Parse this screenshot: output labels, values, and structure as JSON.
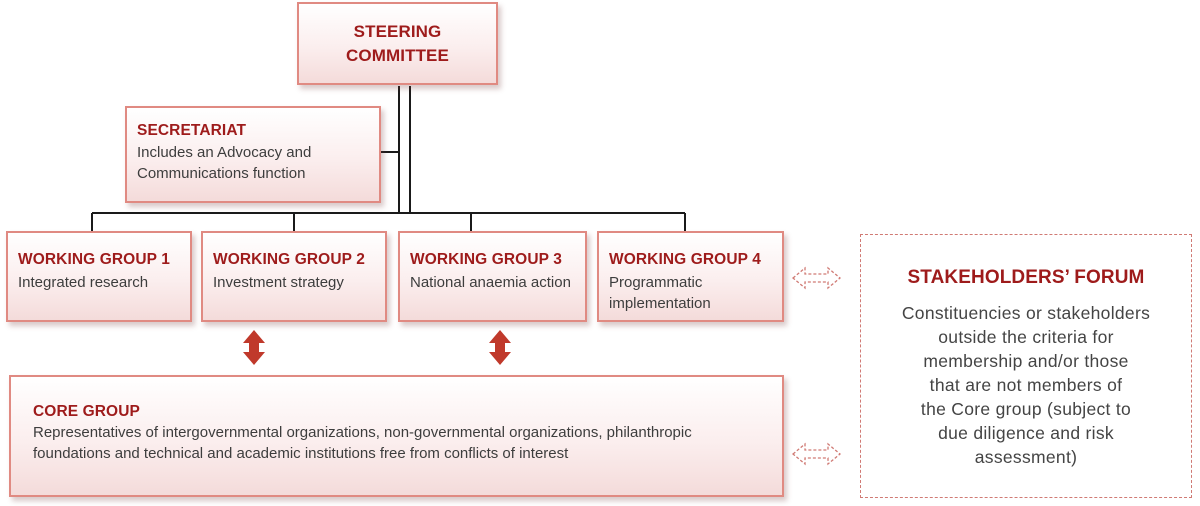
{
  "steering": {
    "title_line1": "STEERING",
    "title_line2": "COMMITTEE"
  },
  "secretariat": {
    "title": "SECRETARIAT",
    "desc_line1": "Includes an Advocacy and",
    "desc_line2": "Communications function"
  },
  "working_groups": [
    {
      "title": "WORKING GROUP 1",
      "desc_line1": "Integrated research",
      "desc_line2": ""
    },
    {
      "title": "WORKING GROUP 2",
      "desc_line1": "Investment strategy",
      "desc_line2": ""
    },
    {
      "title": "WORKING GROUP 3",
      "desc_line1": "National anaemia action",
      "desc_line2": ""
    },
    {
      "title": "WORKING GROUP 4",
      "desc_line1": "Programmatic",
      "desc_line2": "implementation"
    }
  ],
  "core": {
    "title": "CORE GROUP",
    "desc_line1": "Representatives of intergovernmental organizations, non-governmental organizations, philanthropic",
    "desc_line2": "foundations and technical and academic institutions free from conflicts of interest"
  },
  "forum": {
    "title": "STAKEHOLDERS’ FORUM",
    "lines": [
      "Constituencies or stakeholders",
      "outside the criteria for",
      "membership and/or those",
      "that are not members of",
      "the Core group (subject to",
      "due diligence and risk",
      "assessment)"
    ]
  },
  "colors": {
    "title_red": "#9e1b1b",
    "border_pink": "#e08a82",
    "arrow_red": "#c0392b",
    "line_dark": "#1a1a1a"
  }
}
